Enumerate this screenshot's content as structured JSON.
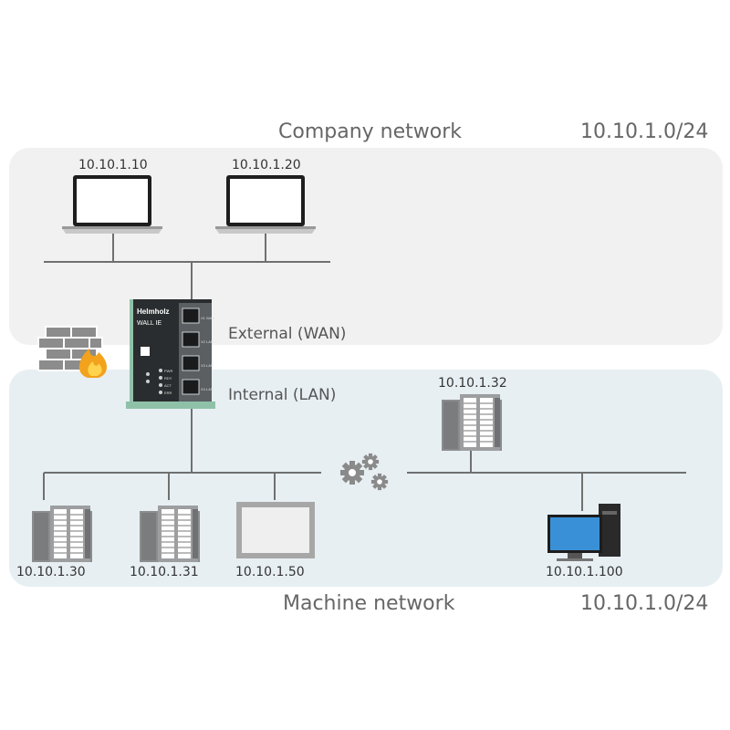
{
  "company": {
    "title": "Company network",
    "subnet": "10.10.1.0/24",
    "laptops": [
      "10.10.1.10",
      "10.10.1.20"
    ]
  },
  "machine": {
    "title": "Machine network",
    "subnet": "10.10.1.0/24",
    "devices": [
      "10.10.1.30",
      "10.10.1.31",
      "10.10.1.50",
      "10.10.1.32",
      "10.10.1.100"
    ]
  },
  "gateway": {
    "brand": "Helmholz",
    "model": "WALL IE",
    "ports": [
      "X1 WAN",
      "X2 LAN",
      "X3 LAN",
      "X4 LAN"
    ],
    "leds": [
      "PWR",
      "RDY",
      "ACT",
      "ERR"
    ],
    "external_label": "External (WAN)",
    "internal_label": "Internal (LAN)"
  },
  "colors": {
    "company_zone": "#f1f1f1",
    "machine_zone": "#e7eff3",
    "line": "#707070",
    "device_body": "#2a2d2f",
    "flame": "#f2a21c",
    "monitor_screen": "#3a90d6"
  },
  "icons": [
    "laptop-icon",
    "firewall-icon",
    "gears-icon",
    "plc-icon",
    "hmi-panel-icon",
    "desktop-pc-icon"
  ]
}
